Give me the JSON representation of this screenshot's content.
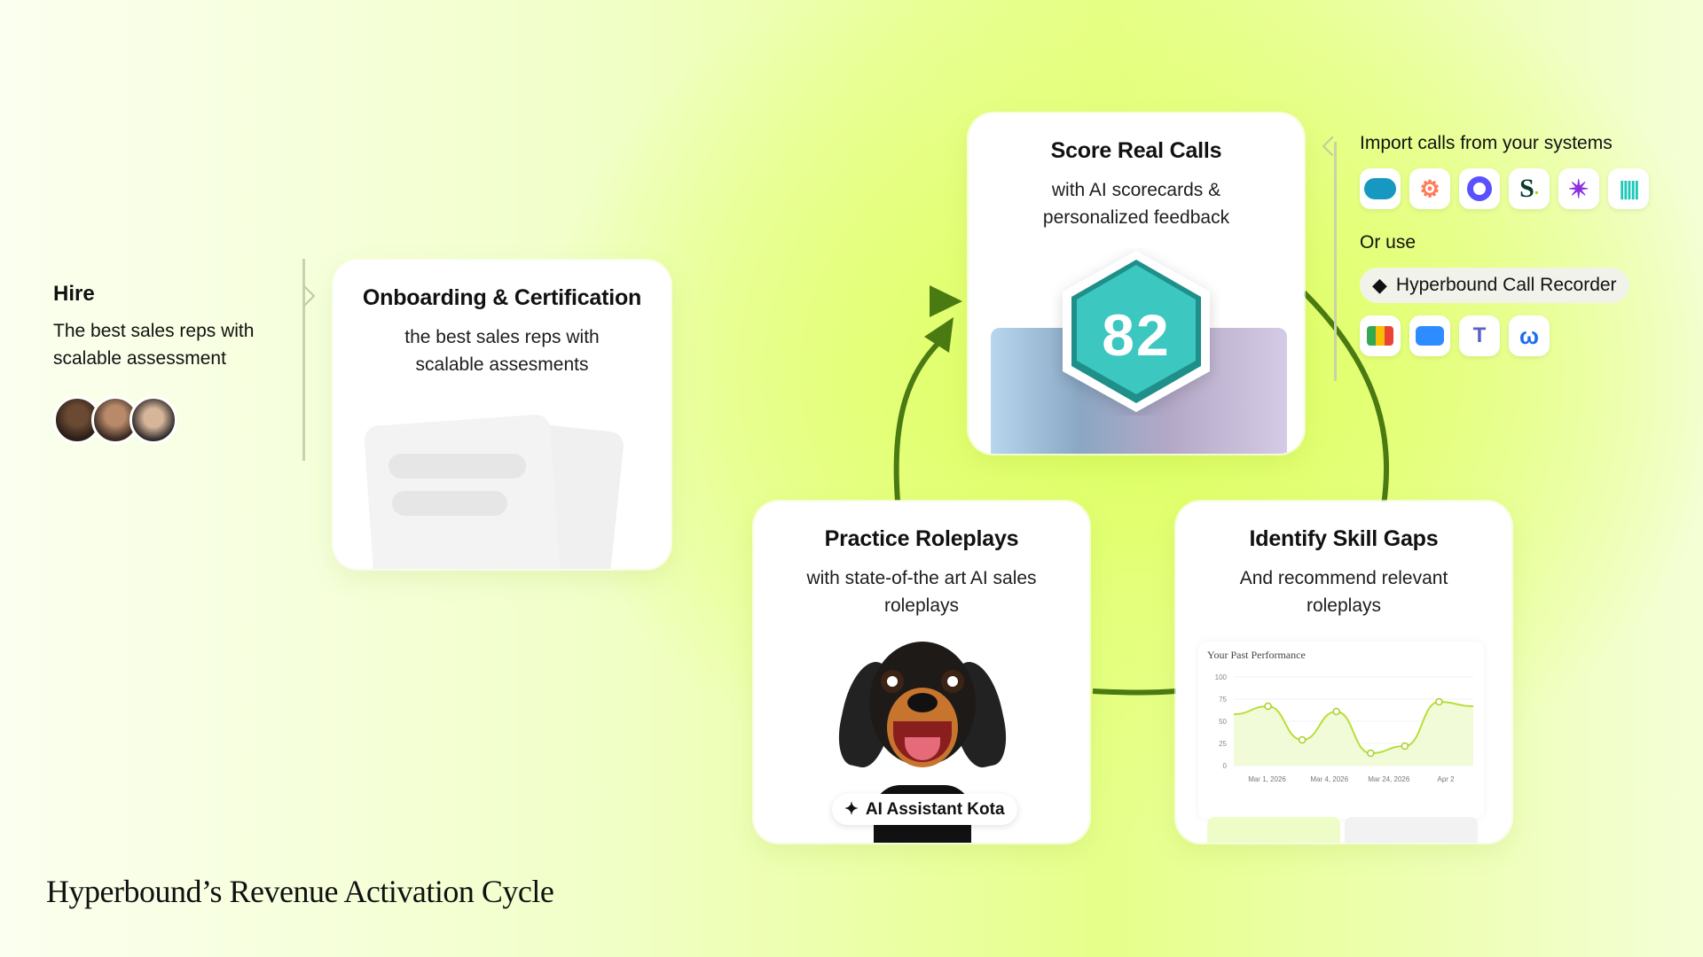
{
  "title": "Hyperbound’s Revenue Activation Cycle",
  "hire": {
    "heading": "Hire",
    "text": "The best sales reps with scalable assessment"
  },
  "onboarding": {
    "heading": "Onboarding & Certification",
    "text": "the best sales reps with scalable assesments"
  },
  "score": {
    "heading": "Score Real Calls",
    "text": "with AI scorecards & personalized feedback",
    "value": "82"
  },
  "roleplay": {
    "heading": "Practice Roleplays",
    "text": "with state-of-the art AI sales roleplays",
    "assistant": "AI Assistant Kota"
  },
  "gaps": {
    "heading": "Identify Skill Gaps",
    "text": "And recommend relevant roleplays",
    "chart_title": "Your Past Performance"
  },
  "imports": {
    "heading": "Import calls from your systems",
    "or_use": "Or use",
    "recorder": "Hyperbound Call Recorder",
    "system_icons": [
      "salesforce-icon",
      "hubspot-icon",
      "outreach-icon",
      "salesloft-icon",
      "gong-icon",
      "chorus-icon"
    ],
    "meeting_icons": [
      "google-meet-icon",
      "zoom-icon",
      "teams-icon",
      "webex-icon"
    ]
  },
  "colors": {
    "accent": "#d9ff4f",
    "arrow": "#4a7a12",
    "hex": "#2fb8ad"
  },
  "chart_data": {
    "type": "line",
    "title": "Your Past Performance",
    "x": [
      "Mar 1, 2026",
      "",
      "Mar 4, 2026",
      "",
      "",
      "Mar 24, 2026",
      "Apr 2"
    ],
    "x_ticks": [
      "Mar 1, 2026",
      "Mar 4, 2026",
      "Mar 24, 2026",
      "Apr 2"
    ],
    "y_ticks": [
      "100",
      "75",
      "50",
      "25",
      "0"
    ],
    "ylim": [
      0,
      100
    ],
    "series": [
      {
        "values": [
          58,
          67,
          29,
          61,
          14,
          22,
          72,
          67
        ]
      }
    ]
  }
}
